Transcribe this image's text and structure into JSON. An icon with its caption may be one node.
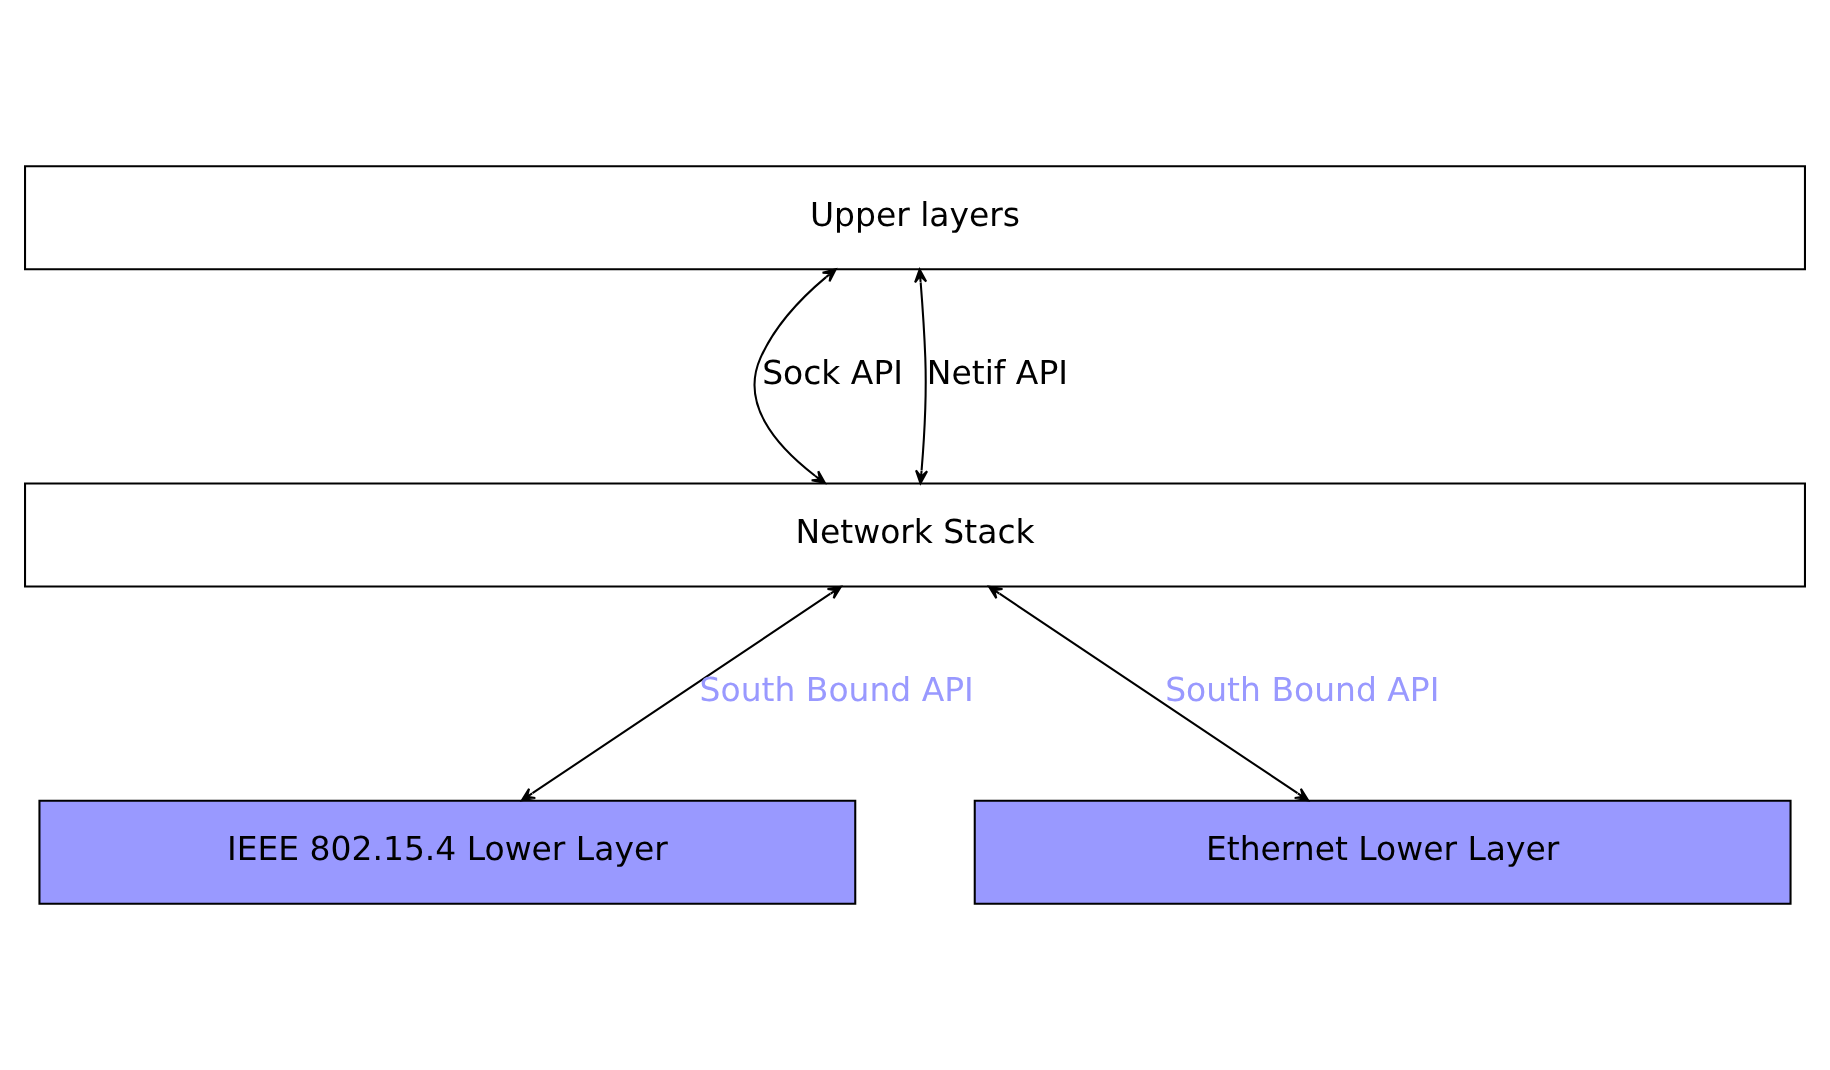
{
  "diagram": {
    "nodes": [
      {
        "text": [
          "Upper layers"
        ]
      },
      {
        "text": [
          "Network Stack"
        ]
      },
      {
        "text": [
          "IEEE 802.15.4 Lower Layer"
        ]
      },
      {
        "text": [
          "Ethernet Lower Layer"
        ]
      }
    ],
    "edges": [
      {
        "from": 0,
        "to": 1,
        "arrow": "both",
        "label": "Sock API"
      },
      {
        "from": 0,
        "to": 1,
        "arrow": "both",
        "label": "Netif API"
      },
      {
        "from": 1,
        "to": 2,
        "arrow": "both",
        "label": "South Bound API"
      },
      {
        "from": 1,
        "to": 3,
        "arrow": "both",
        "label": "South Bound API"
      }
    ]
  }
}
